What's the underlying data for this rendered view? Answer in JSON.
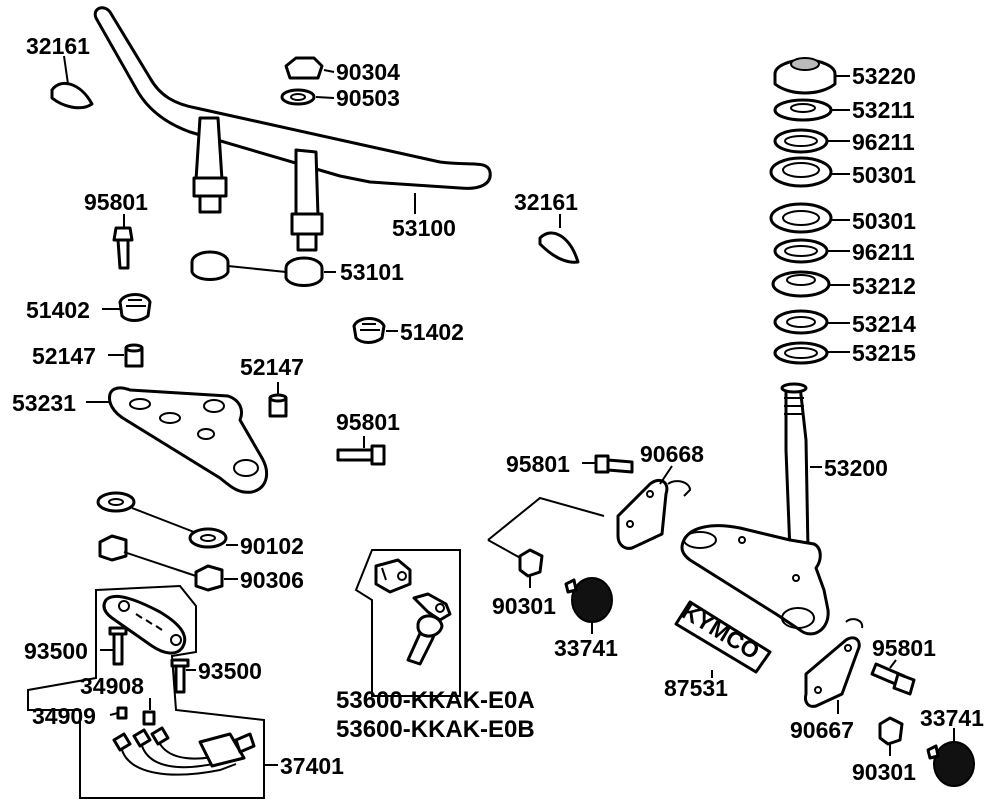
{
  "labels": {
    "p32161_a": "32161",
    "p90304": "90304",
    "p90503": "90503",
    "p53220": "53220",
    "p53211": "53211",
    "p96211_a": "96211",
    "p50301_a": "50301",
    "p95801_a": "95801",
    "p53100": "53100",
    "p32161_b": "32161",
    "p50301_b": "50301",
    "p96211_b": "96211",
    "p53101": "53101",
    "p51402_a": "51402",
    "p53212": "53212",
    "p51402_b": "51402",
    "p53214": "53214",
    "p52147_a": "52147",
    "p53215": "53215",
    "p52147_b": "52147",
    "p53231": "53231",
    "p95801_b": "95801",
    "p95801_c": "95801",
    "p90668": "90668",
    "p53200": "53200",
    "p90102": "90102",
    "p90306": "90306",
    "p90301_a": "90301",
    "p33741_a": "33741",
    "p93500_a": "93500",
    "p93500_b": "93500",
    "p34908": "34908",
    "p34909": "34909",
    "p53600_a": "53600-KKAK-E0A",
    "p53600_b": "53600-KKAK-E0B",
    "p37401": "37401",
    "p87531": "87531",
    "p95801_d": "95801",
    "p90667": "90667",
    "p33741_b": "33741",
    "p90301_b": "90301"
  },
  "nameplate": "KYMCO"
}
